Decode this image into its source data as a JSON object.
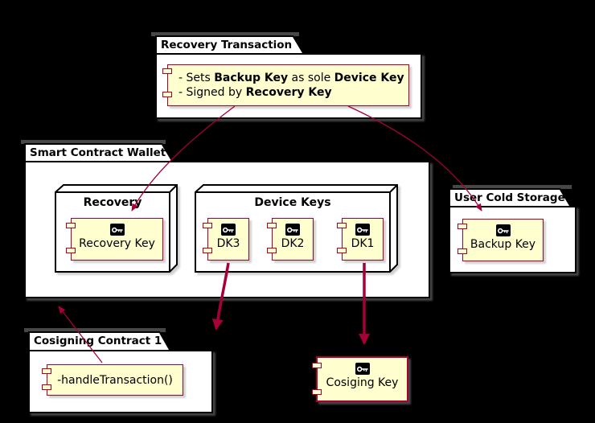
{
  "diagram": {
    "background": "#000000",
    "packages": [
      {
        "id": "recovery_transaction",
        "title": "Recovery Transaction"
      },
      {
        "id": "smart_contract_wallet",
        "title": "Smart Contract Wallet"
      },
      {
        "id": "user_cold_storage",
        "title": "User Cold Storage"
      },
      {
        "id": "cosigning_contract_1",
        "title": "Cosigning Contract 1"
      }
    ],
    "nodes": [
      {
        "id": "recovery",
        "title": "Recovery"
      },
      {
        "id": "device_keys",
        "title": "Device Keys"
      }
    ],
    "components": [
      {
        "id": "recovery_transaction_note",
        "label": "",
        "icon": null
      },
      {
        "id": "recovery_key",
        "label": "Recovery Key",
        "icon": "key"
      },
      {
        "id": "dk3",
        "label": "DK3",
        "icon": "key"
      },
      {
        "id": "dk2",
        "label": "DK2",
        "icon": "key"
      },
      {
        "id": "dk1",
        "label": "DK1",
        "icon": "key"
      },
      {
        "id": "backup_key",
        "label": "Backup Key",
        "icon": "key"
      },
      {
        "id": "handle_transaction",
        "label": "-handleTransaction()",
        "icon": null
      },
      {
        "id": "cosiging_key",
        "label": "Cosiging Key",
        "icon": "key"
      }
    ],
    "note_lines": [
      [
        {
          "t": "- Sets "
        },
        {
          "t": "Backup Key",
          "b": true
        },
        {
          "t": " as sole "
        },
        {
          "t": "Device Key",
          "b": true
        }
      ],
      [
        {
          "t": "- Signed by "
        },
        {
          "t": "Recovery Key",
          "b": true
        }
      ]
    ],
    "edges": [
      {
        "from": "recovery_transaction_note",
        "to": "recovery_key",
        "style": "thin"
      },
      {
        "from": "recovery_transaction_note",
        "to": "backup_key",
        "style": "thin"
      },
      {
        "from": "dk3",
        "to": "cosigning_contract_1",
        "style": "thick"
      },
      {
        "from": "dk1",
        "to": "cosiging_key",
        "style": "thick"
      },
      {
        "from": "handle_transaction",
        "to": "smart_contract_wallet",
        "style": "thin"
      }
    ],
    "colors": {
      "component_fill": "#fefece",
      "component_border": "#a80036",
      "arrow": "#a80036",
      "box_fill": "#ffffff",
      "box_border": "#000000",
      "shadow": "#474747",
      "text": "#000000"
    }
  }
}
